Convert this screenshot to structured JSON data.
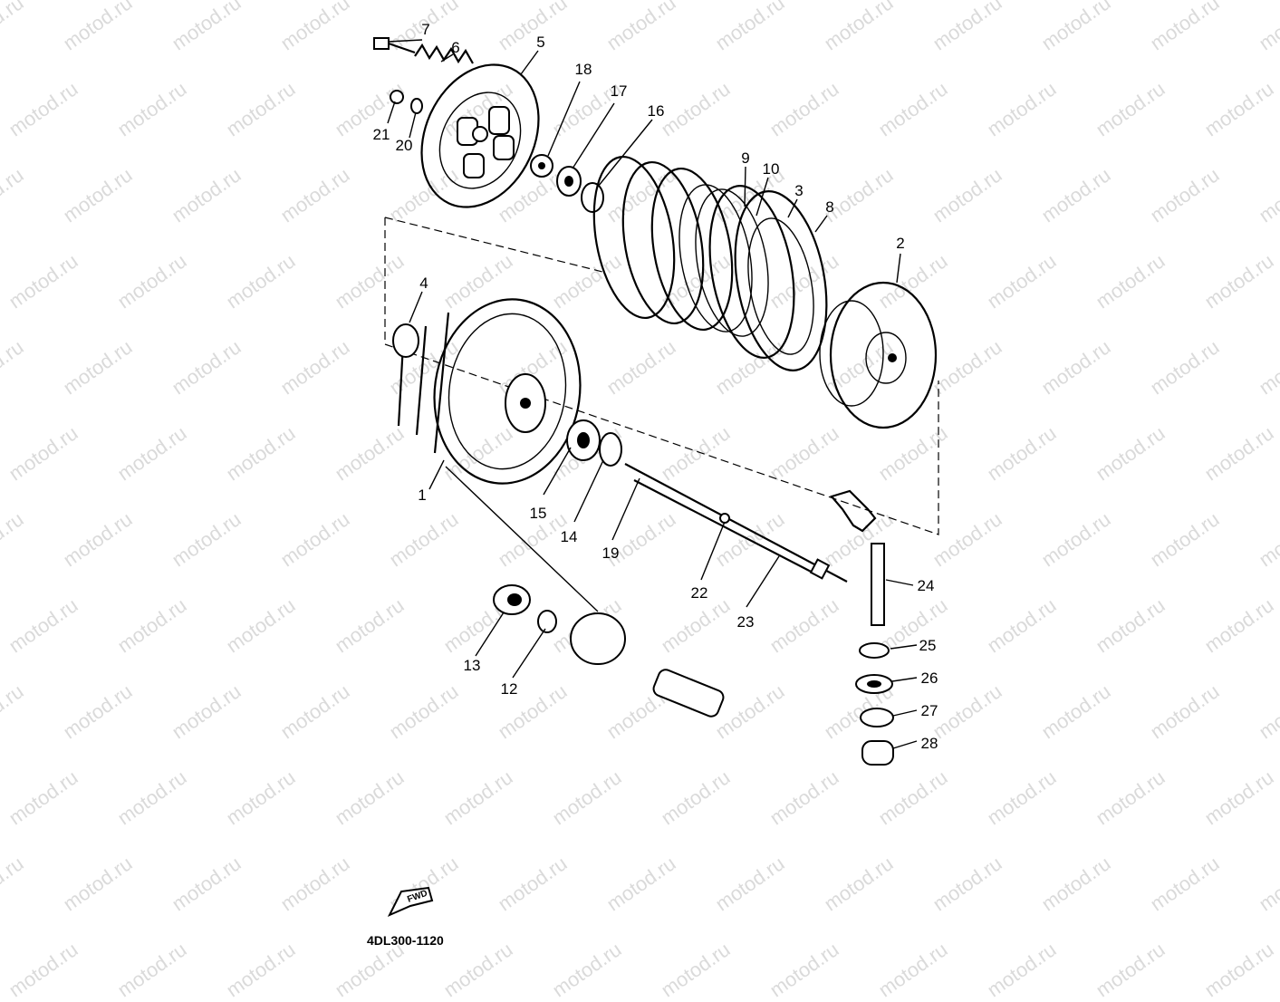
{
  "watermark_text": "motod.ru",
  "diagram_code": "4DL300-1120",
  "fwd_label": "FWD",
  "callouts": [
    "1",
    "2",
    "3",
    "4",
    "5",
    "6",
    "7",
    "8",
    "9",
    "10",
    "12",
    "13",
    "14",
    "15",
    "16",
    "17",
    "18",
    "19",
    "20",
    "21",
    "22",
    "23",
    "24",
    "25",
    "26",
    "27",
    "28"
  ]
}
